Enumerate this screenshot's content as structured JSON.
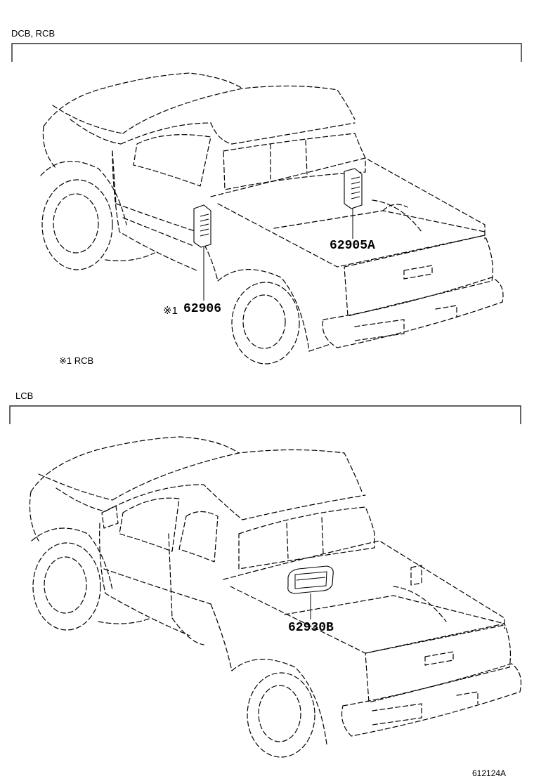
{
  "sections": [
    {
      "title": "DCB, RCB"
    },
    {
      "title": "LCB"
    }
  ],
  "callouts": {
    "part_62905A": "62905A",
    "part_62906_prefix": "※1",
    "part_62906": "62906",
    "part_62930B": "62930B"
  },
  "footnote": "※1  RCB",
  "figure_id": "612124A"
}
